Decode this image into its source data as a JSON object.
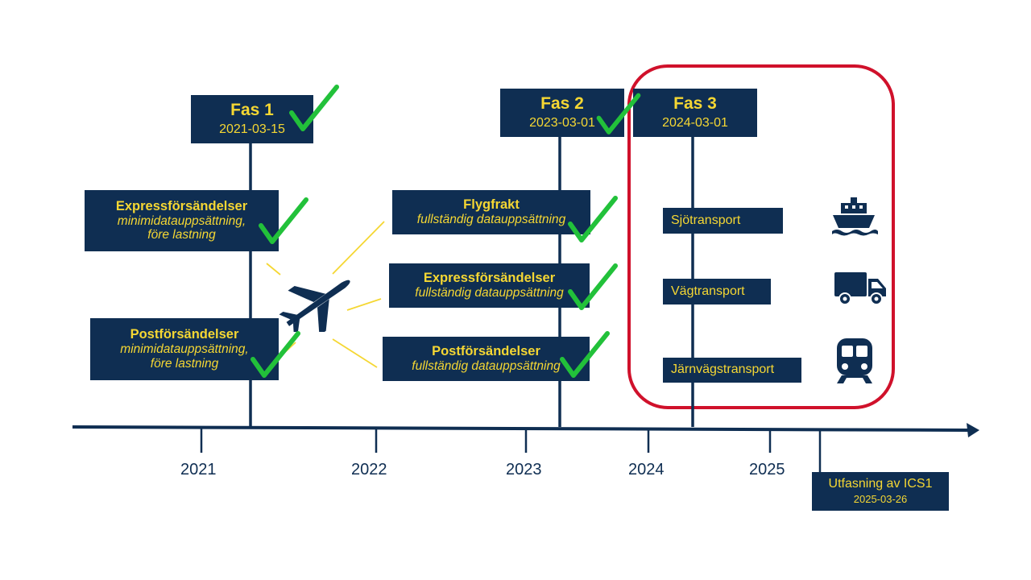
{
  "phases": [
    {
      "title": "Fas 1",
      "date": "2021-03-15"
    },
    {
      "title": "Fas 2",
      "date": "2023-03-01"
    },
    {
      "title": "Fas 3",
      "date": "2024-03-01"
    }
  ],
  "fas1_items": [
    {
      "title": "Expressförsändelser",
      "sub1": "minimidatauppsättning,",
      "sub2": "före lastning"
    },
    {
      "title": "Postförsändelser",
      "sub1": "minimidatauppsättning,",
      "sub2": "före lastning"
    }
  ],
  "fas2_items": [
    {
      "title": "Flygfrakt",
      "sub": "fullständig datauppsättning"
    },
    {
      "title": "Expressförsändelser",
      "sub": "fullständig datauppsättning"
    },
    {
      "title": "Postförsändelser",
      "sub": "fullständig datauppsättning"
    }
  ],
  "fas3_modes": [
    {
      "label": "Sjötransport",
      "icon": "ship-icon"
    },
    {
      "label": "Vägtransport",
      "icon": "truck-icon"
    },
    {
      "label": "Järnvägstransport",
      "icon": "train-icon"
    }
  ],
  "years": [
    "2021",
    "2022",
    "2023",
    "2024",
    "2025"
  ],
  "end_marker": {
    "title": "Utfasning av ICS1",
    "date": "2025-03-26"
  },
  "colors": {
    "navy": "#0f2e52",
    "yellow": "#f5d733",
    "check": "#22c13a",
    "highlight": "#d0112b"
  }
}
